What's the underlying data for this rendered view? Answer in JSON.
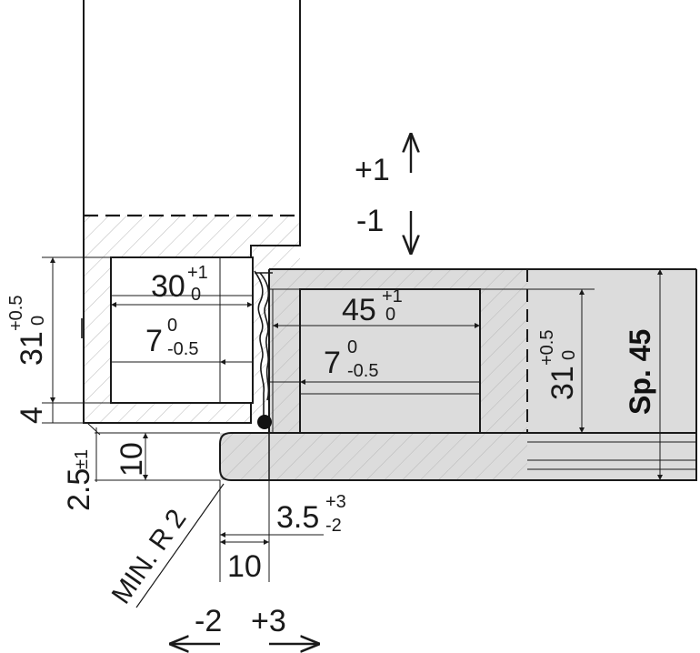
{
  "adjustment": {
    "vertical_plus": "+1",
    "vertical_minus": "-1",
    "horizontal_minus": "-2",
    "horizontal_plus": "+3"
  },
  "dimensions": {
    "recess_left_width": "30",
    "recess_left_width_tol_upper": "+1",
    "recess_left_width_tol_lower": "0",
    "offset_left": "7",
    "offset_left_tol_upper": "0",
    "offset_left_tol_lower": "-0.5",
    "recess_right_width": "45",
    "recess_right_width_tol_upper": "+1",
    "recess_right_width_tol_lower": "0",
    "offset_right": "7",
    "offset_right_tol_upper": "0",
    "offset_right_tol_lower": "-0.5",
    "depth_left": "31",
    "depth_left_tol_upper": "+0.5",
    "depth_left_tol_lower": "0",
    "depth_right": "31",
    "depth_right_tol_upper": "+0.5",
    "depth_right_tol_lower": "0",
    "edge_4": "4",
    "gap": "2.5",
    "gap_tol": "±1",
    "height_10": "10",
    "width_10": "10",
    "overlap": "3.5",
    "overlap_tol_upper": "+3",
    "overlap_tol_lower": "-2",
    "radius": "MIN. R 2",
    "door_thickness": "Sp. 45"
  }
}
